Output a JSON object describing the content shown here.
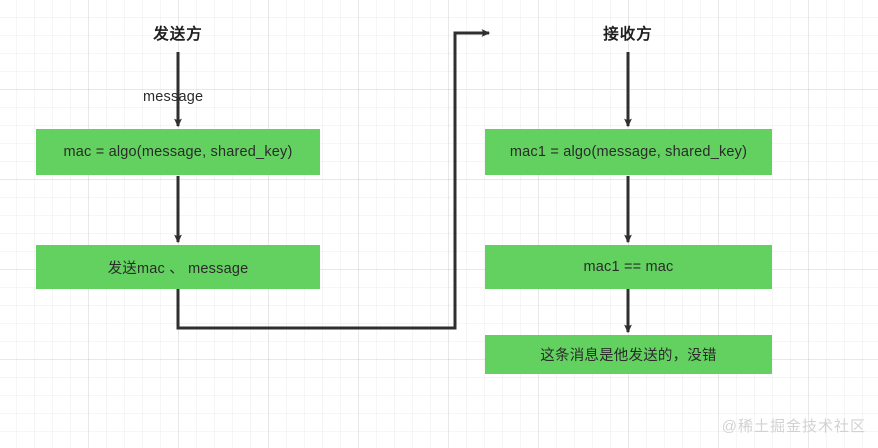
{
  "diagram": {
    "title_sender": "发送方",
    "title_receiver": "接收方",
    "background_color": "#ffffff",
    "node_fill_color": "#63d15f",
    "line_color": "#2f2f2f",
    "grid": "on"
  },
  "lanes": [
    {
      "id": "sender",
      "label": "发送方"
    },
    {
      "id": "receiver",
      "label": "接收方"
    }
  ],
  "edge_labels": {
    "message": "message"
  },
  "nodes": [
    {
      "id": "sender-mac",
      "label": "mac = algo(message, shared_key)"
    },
    {
      "id": "sender-send",
      "label": "发送mac 、 message"
    },
    {
      "id": "receiver-mac1",
      "label": "mac1 = algo(message, shared_key)"
    },
    {
      "id": "receiver-compare",
      "label": "mac1 == mac"
    },
    {
      "id": "receiver-result",
      "label": "这条消息是他发送的，没错"
    }
  ],
  "watermark": {
    "text": "@稀土掘金技术社区"
  }
}
